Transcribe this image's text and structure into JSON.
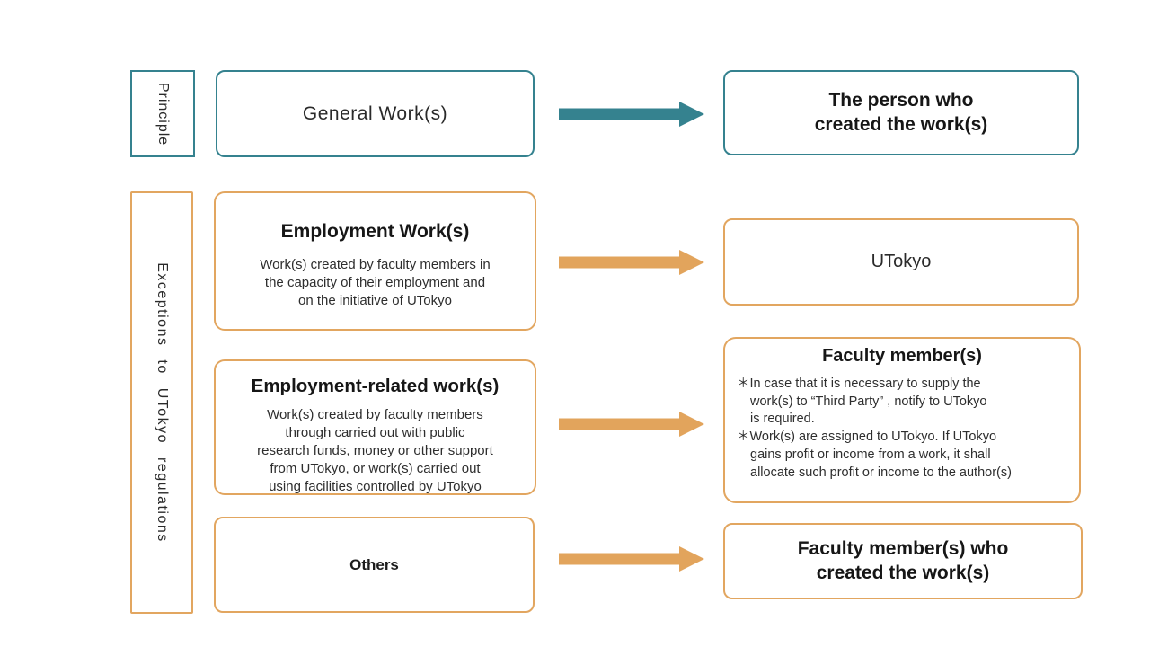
{
  "colors": {
    "teal": "#35828F",
    "orange": "#E2A660",
    "arrow_orange": "#E2A45C"
  },
  "sidebar": {
    "principle_label": "Principle",
    "exceptions_label": "Exceptions to UTokyo regulations"
  },
  "boxes": {
    "general_work": {
      "title": "General Work(s)"
    },
    "person_created": {
      "title": "The person who\ncreated the work(s)"
    },
    "employment_work": {
      "title": "Employment Work(s)",
      "body": "Work(s) created by faculty members in\nthe capacity of their employment and\non the initiative of UTokyo"
    },
    "utokyo": {
      "title": "UTokyo"
    },
    "employment_related": {
      "title": "Employment-related work(s)",
      "body": "Work(s) created by faculty members\nthrough carried out with public\nresearch funds, money or other support\nfrom UTokyo, or work(s) carried out\nusing facilities controlled by UTokyo"
    },
    "faculty_member": {
      "title": "Faculty member(s)",
      "notes": [
        "＊In case that it is necessary to supply the\nwork(s) to “Third Party” , notify to UTokyo\nis required.",
        "＊Work(s) are assigned to UTokyo. If UTokyo\ngains profit or income from a work, it shall\nallocate such profit or income to the author(s)"
      ]
    },
    "others": {
      "title": "Others"
    },
    "faculty_created": {
      "title": "Faculty member(s) who\ncreated the work(s)"
    }
  }
}
